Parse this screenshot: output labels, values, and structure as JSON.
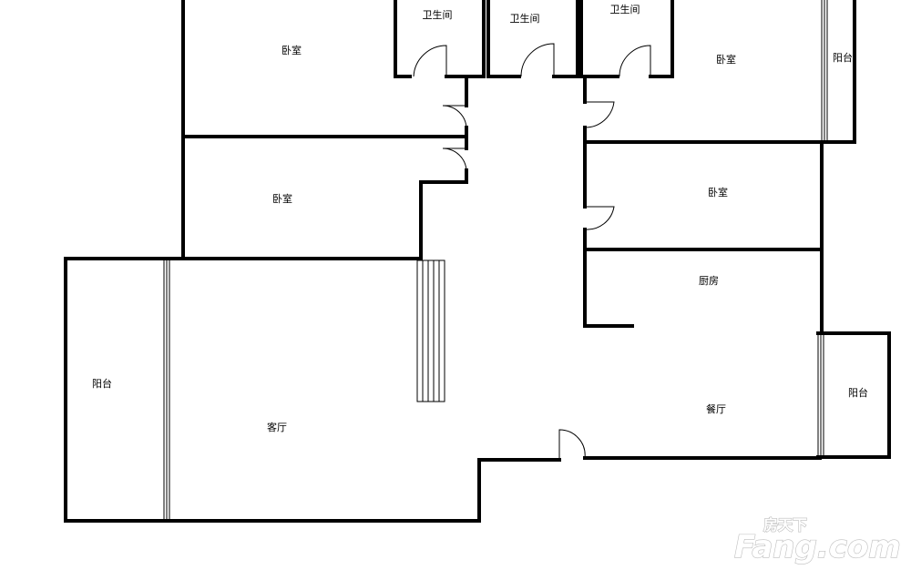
{
  "rooms": {
    "bedroom_top_left": "卧室",
    "bathroom_1": "卫生间",
    "bathroom_2": "卫生间",
    "bathroom_3": "卫生间",
    "bedroom_top_right": "卧室",
    "balcony_top_right": "阳台",
    "bedroom_mid_left": "卧室",
    "bedroom_mid_right": "卧室",
    "kitchen": "厨房",
    "balcony_left": "阳台",
    "living_room": "客厅",
    "dining_room": "餐厅",
    "balcony_right": "阳台"
  },
  "watermark": {
    "chinese": "房天下",
    "brand": "Fang.com"
  }
}
